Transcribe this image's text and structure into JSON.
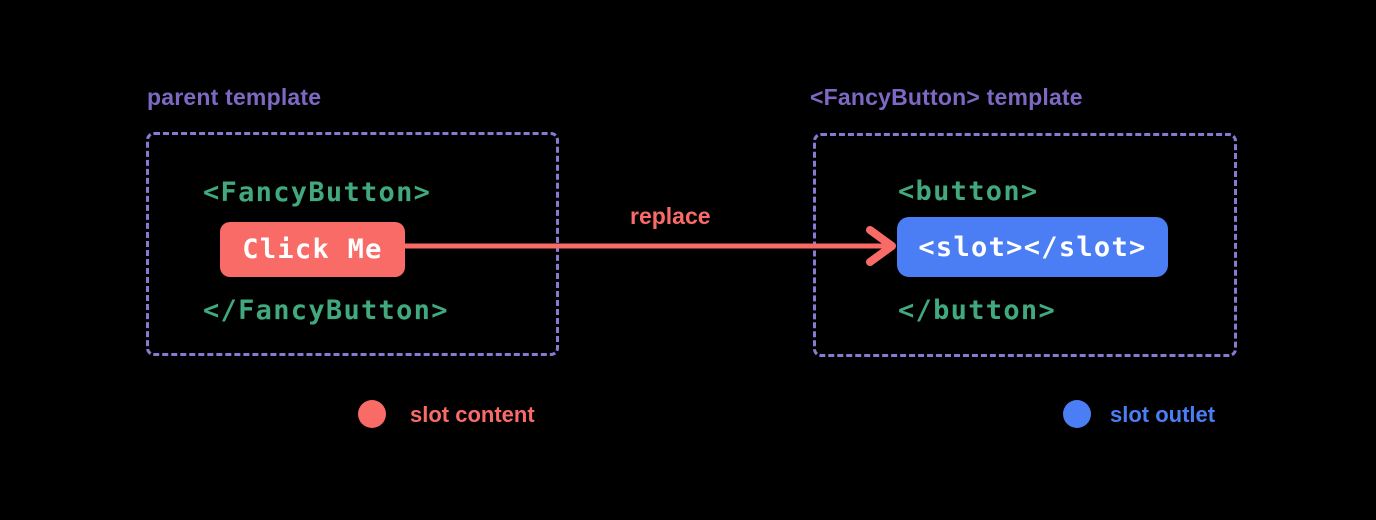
{
  "diagram": {
    "description": "Vue slots diagram: parent template content replaces slot outlet in FancyButton template",
    "background_color": "#000000"
  },
  "colors": {
    "purple_label": "#7d68c4",
    "purple_border": "#8b78d2",
    "green_code": "#42a87e",
    "red_accent": "#f96b67",
    "blue_accent": "#4b7ef5",
    "white_text": "#ffffff"
  },
  "left_panel": {
    "title": "parent template",
    "open_tag": "<FancyButton>",
    "button_label": "Click Me",
    "close_tag": "</FancyButton>"
  },
  "arrow": {
    "label": "replace"
  },
  "right_panel": {
    "title": "<FancyButton> template",
    "open_tag": "<button>",
    "slot_code": "<slot></slot>",
    "close_tag": "</button>"
  },
  "legend": {
    "slot_content": {
      "label": "slot content",
      "color": "#f96b67"
    },
    "slot_outlet": {
      "label": "slot outlet",
      "color": "#4b7ef5"
    }
  }
}
